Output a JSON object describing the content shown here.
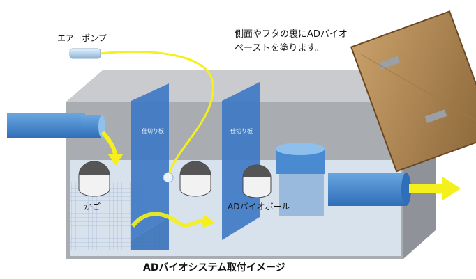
{
  "labels": {
    "air_pump": "エアーポンプ",
    "note_line1": "側面やフタの裏にADバイオ",
    "note_line2": "ペーストを塗ります。",
    "partition_1": "仕切り板",
    "partition_2": "仕切り板",
    "basket": "かご",
    "bio_ball": "ADバイオボール",
    "caption": "ADバイオシステム取付イメージ"
  },
  "colors": {
    "tank_top": "#c9cbcf",
    "tank_front": "#a7aaaf",
    "tank_side": "#8f9298",
    "water": "#dfe9f5",
    "partition": "#3f7ac4",
    "pipe": "#4a8ad0",
    "arrow_yellow": "#f5ef1c",
    "photo_wood": "#b48a52"
  },
  "icons": [
    "air-pump-icon",
    "basket-icon",
    "bio-ball-icon",
    "flow-arrow-icon",
    "outlet-arrow-icon"
  ]
}
